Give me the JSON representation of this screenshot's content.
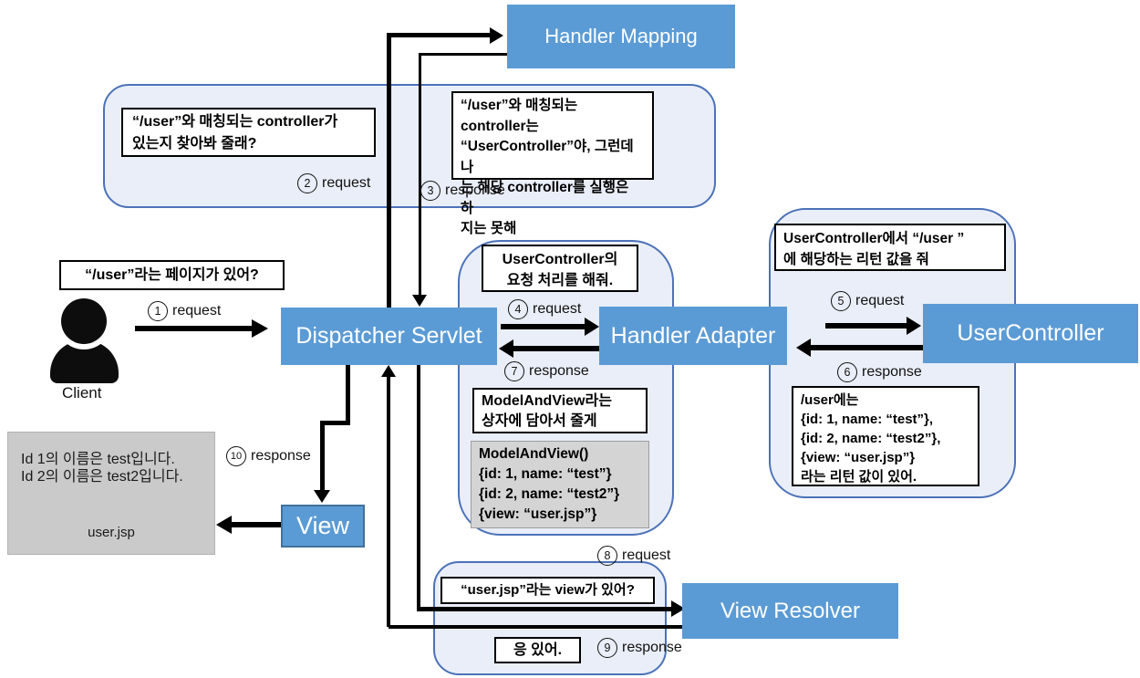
{
  "colors": {
    "node_blue": "#5B9BD5",
    "container_fill": "#E9EEF8",
    "container_border": "#4C72B8",
    "gray_fill": "#D4D4D4",
    "render_fill": "#CACACA"
  },
  "nodes": {
    "handler_mapping": "Handler Mapping",
    "dispatcher_servlet": "Dispatcher Servlet",
    "handler_adapter": "Handler Adapter",
    "user_controller": "UserController",
    "view": "View",
    "view_resolver": "View Resolver"
  },
  "client_label": "Client",
  "speech": {
    "find_controller": {
      "lines": [
        "“/user”와 매칭되는 controller가",
        "있는지 찾아봐 줄래?"
      ]
    },
    "found_controller": {
      "lines": [
        "“/user”와 매칭되는 controller는",
        "“UserController”야, 그런데 나",
        "는 해당 controller를 실행은 하",
        "지는 못해"
      ]
    },
    "page_question": "“/user”라는 페이지가 있어?",
    "handle_request": {
      "lines": [
        "UserController의",
        "요청 처리를 해줘."
      ]
    },
    "give_return": {
      "lines": [
        "UserController에서 “/user ”",
        "에 해당하는 리턴 값을 줘"
      ]
    },
    "model_and_view_wrap": {
      "lines": [
        "ModelAndView라는",
        "상자에 담아서 줄게"
      ]
    },
    "model_and_view_obj": {
      "lines": [
        "ModelAndView()",
        "{id: 1, name: “test”}",
        "{id: 2, name: “test2”}",
        "{view: “user.jsp”}"
      ]
    },
    "user_return": {
      "lines": [
        "/user에는",
        "{id: 1, name: “test”},",
        "{id: 2, name: “test2”},",
        "{view: “user.jsp”}",
        "라는 리턴 값이 있어."
      ]
    },
    "view_question": "“user.jsp”라는 view가 있어?",
    "view_answer": "응 있어.",
    "rendered": {
      "lines": [
        "Id 1의 이름은 test입니다.",
        "Id 2의 이름은 test2입니다."
      ],
      "filename": "user.jsp"
    }
  },
  "flow": {
    "f1": {
      "num": "1",
      "label": "request"
    },
    "f2": {
      "num": "2",
      "label": "request"
    },
    "f3": {
      "num": "3",
      "label": "response"
    },
    "f4": {
      "num": "4",
      "label": "request"
    },
    "f5": {
      "num": "5",
      "label": "request"
    },
    "f6": {
      "num": "6",
      "label": "response"
    },
    "f7": {
      "num": "7",
      "label": "response"
    },
    "f8": {
      "num": "8",
      "label": "request"
    },
    "f9": {
      "num": "9",
      "label": "response"
    },
    "f10": {
      "num": "10",
      "label": "response"
    }
  }
}
